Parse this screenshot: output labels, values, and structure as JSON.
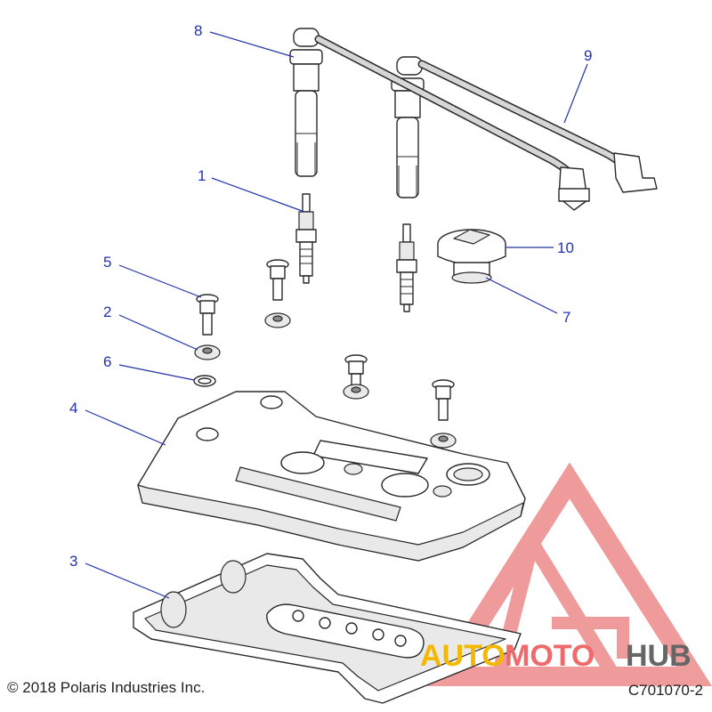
{
  "callouts": [
    "8",
    "9",
    "1",
    "10",
    "5",
    "7",
    "2",
    "6",
    "4",
    "3"
  ],
  "watermark": {
    "part1": "AUTO",
    "part2": "MOTO",
    "part3": "HUB",
    "color_part1": "#f5b800",
    "color_part2": "#ef6a6a",
    "color_part3": "#666666",
    "logo_color": "#e24a4a"
  },
  "footer": {
    "copyright": "© 2018 Polaris Industries Inc.",
    "figure_id": "C701070-2"
  },
  "colors": {
    "callout_text": "#2030b8",
    "leader_line": "#2233aa",
    "outline": "#2a2a2a"
  }
}
